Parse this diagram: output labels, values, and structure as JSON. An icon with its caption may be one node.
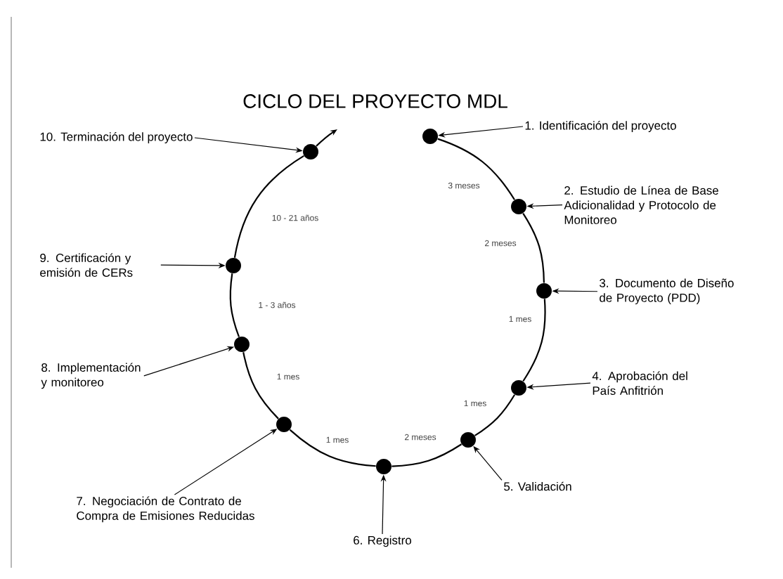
{
  "diagram": {
    "title": "CICLO DEL PROYECTO MDL",
    "nodes": [
      {
        "text": [
          "1. Identificación del proyecto"
        ]
      },
      {
        "text": [
          "2. Estudio de Línea de Base Adicionalidad y Protocolo de Monitoreo"
        ]
      },
      {
        "text": [
          "3. Documento de Diseño de Proyecto (PDD)"
        ]
      },
      {
        "text": [
          "4. Aprobación del País Anfitrión"
        ]
      },
      {
        "text": [
          "5. Validación"
        ]
      },
      {
        "text": [
          "6. Registro"
        ]
      },
      {
        "text": [
          "7. Negociación de Contrato de Compra de Emisiones Reducidas"
        ]
      },
      {
        "text": [
          "8. Implementación y monitoreo"
        ]
      },
      {
        "text": [
          "9. Certificación y emisión de CERs"
        ]
      },
      {
        "text": [
          "10. Terminación del proyecto"
        ]
      },
      {
        "text": [],
        "shape": "circle"
      },
      {
        "text": [],
        "shape": "circle"
      },
      {
        "text": [],
        "shape": "circle"
      },
      {
        "text": [],
        "shape": "circle"
      },
      {
        "text": [],
        "shape": "circle"
      },
      {
        "text": [],
        "shape": "circle"
      },
      {
        "text": [],
        "shape": "circle"
      },
      {
        "text": [],
        "shape": "circle"
      },
      {
        "text": [],
        "shape": "circle"
      },
      {
        "text": [],
        "shape": "circle"
      }
    ],
    "edges": [
      {
        "from": 10,
        "to": 11,
        "arrow": "none",
        "label": "3 meses"
      },
      {
        "from": 11,
        "to": 12,
        "arrow": "none",
        "label": "2 meses"
      },
      {
        "from": 12,
        "to": 13,
        "arrow": "none",
        "label": "1 mes"
      },
      {
        "from": 13,
        "to": 14,
        "arrow": "none",
        "label": "1 mes"
      },
      {
        "from": 14,
        "to": 15,
        "arrow": "none",
        "label": "2 meses"
      },
      {
        "from": 15,
        "to": 16,
        "arrow": "none",
        "label": "1 mes"
      },
      {
        "from": 16,
        "to": 17,
        "arrow": "none",
        "label": "1 mes"
      },
      {
        "from": 17,
        "to": 18,
        "arrow": "none",
        "label": "1 - 3 años"
      },
      {
        "from": 18,
        "to": 19,
        "arrow": "none",
        "label": "10 - 21 años"
      },
      {
        "from": 19,
        "to": null,
        "arrow": "to"
      },
      {
        "from": 0,
        "to": 10,
        "arrow": "to"
      },
      {
        "from": 1,
        "to": 11,
        "arrow": "to"
      },
      {
        "from": 2,
        "to": 12,
        "arrow": "to"
      },
      {
        "from": 3,
        "to": 13,
        "arrow": "to"
      },
      {
        "from": 4,
        "to": 14,
        "arrow": "to"
      },
      {
        "from": 5,
        "to": 15,
        "arrow": "to"
      },
      {
        "from": 6,
        "to": 16,
        "arrow": "to"
      },
      {
        "from": 7,
        "to": 17,
        "arrow": "to"
      },
      {
        "from": 8,
        "to": 18,
        "arrow": "to"
      },
      {
        "from": 9,
        "to": 19,
        "arrow": "to"
      }
    ]
  }
}
